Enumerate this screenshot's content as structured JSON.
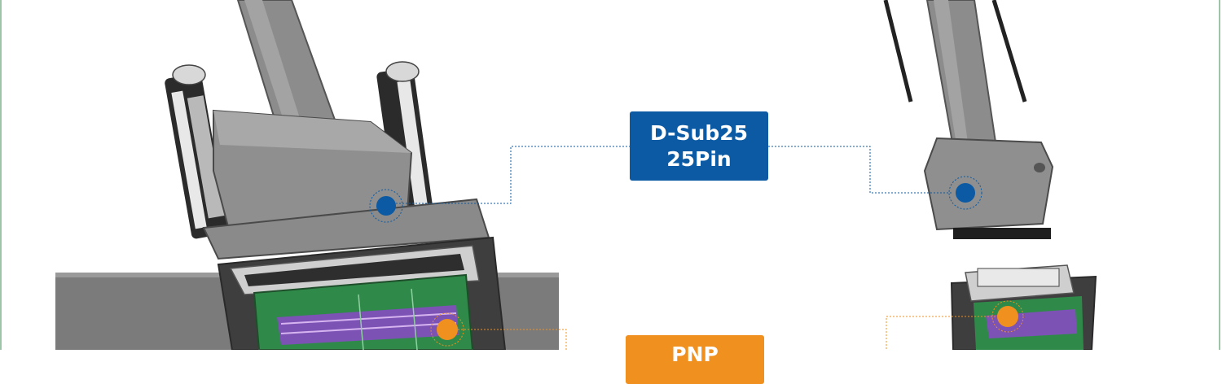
{
  "labels": {
    "dsub": {
      "line1": "D-Sub25",
      "line2": "25Pin",
      "color": "#0b5aa3"
    },
    "pnp": {
      "line1": "PNP",
      "color": "#f0901e"
    }
  },
  "colors": {
    "blue_marker": "#0b5aa3",
    "orange_marker": "#f0901e",
    "border": "#9fc5a8",
    "connector_grey": "#8a8a8a",
    "pcb_green": "#2f8a4a",
    "pcb_purple": "#8a48c8"
  }
}
